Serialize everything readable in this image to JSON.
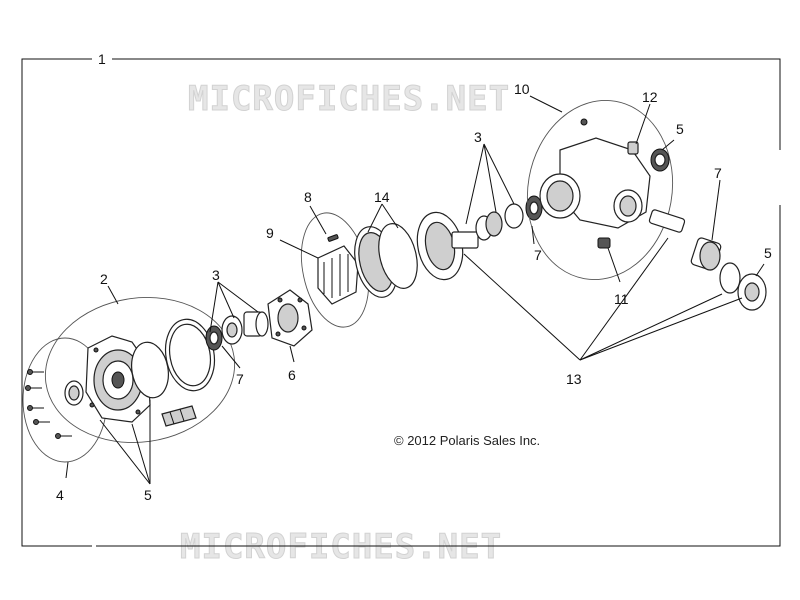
{
  "diagram": {
    "copyright": "© 2012 Polaris Sales Inc.",
    "watermark": "MICROFICHES.NET",
    "callouts": {
      "c1": "1",
      "c2": "2",
      "c3a": "3",
      "c3b": "3",
      "c4": "4",
      "c5a": "5",
      "c5b": "5",
      "c5c": "5",
      "c6": "6",
      "c7a": "7",
      "c7b": "7",
      "c7c": "7",
      "c8": "8",
      "c9": "9",
      "c10": "10",
      "c11": "11",
      "c12": "12",
      "c13": "13",
      "c14": "14"
    }
  }
}
